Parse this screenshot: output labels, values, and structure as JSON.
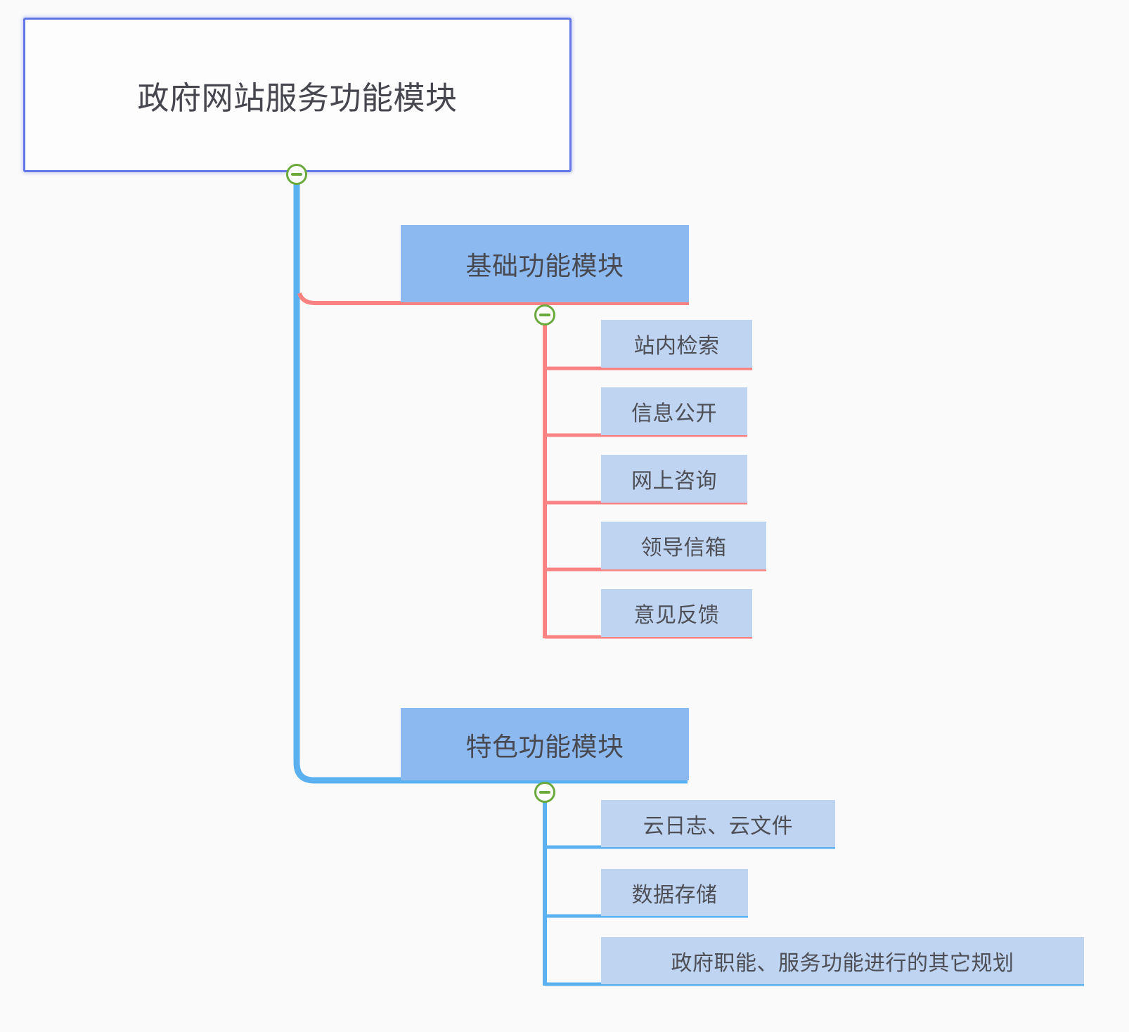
{
  "diagram": {
    "type": "mindmap",
    "title": "政府网站服务功能模块",
    "background_color": "#fbfafa",
    "colors": {
      "root_border": "#6276e8",
      "root_fill": "#fdfdfd",
      "branch_fill": "#8cb9ef",
      "leaf_fill": "#bfd4f1",
      "trunk_line": "#5bb0ef",
      "branch_line_1": "#f98383",
      "branch_line_2": "#5bb0ef",
      "toggle_stroke": "#6aaa3c",
      "text": "#4a4a52"
    }
  },
  "root": {
    "label": "政府网站服务功能模块",
    "toggle_state": "expanded",
    "toggle_glyph": "minus"
  },
  "branches": [
    {
      "label": "基础功能模块",
      "line_color": "#f98383",
      "toggle_state": "expanded",
      "toggle_glyph": "minus",
      "children": [
        {
          "label": "站内检索"
        },
        {
          "label": "信息公开"
        },
        {
          "label": "网上咨询"
        },
        {
          "label": "领导信箱"
        },
        {
          "label": "意见反馈"
        }
      ]
    },
    {
      "label": "特色功能模块",
      "line_color": "#5bb0ef",
      "toggle_state": "expanded",
      "toggle_glyph": "minus",
      "children": [
        {
          "label": "云日志、云文件"
        },
        {
          "label": "数据存储"
        },
        {
          "label": "政府职能、服务功能进行的其它规划"
        }
      ]
    }
  ]
}
